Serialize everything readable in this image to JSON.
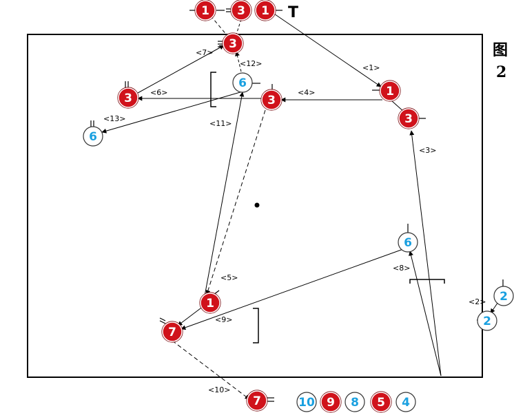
{
  "figure": {
    "char": "图",
    "number": "2"
  },
  "colors": {
    "red": "#d0121b",
    "blue": "#1aa0e0",
    "ink": "#000000"
  },
  "players": [
    {
      "id": "p1_top",
      "number": "1",
      "team": "red"
    },
    {
      "id": "p3_top",
      "number": "3",
      "team": "red"
    },
    {
      "id": "p1_top2",
      "number": "1",
      "team": "red"
    },
    {
      "id": "p3_a",
      "number": "3",
      "team": "red"
    },
    {
      "id": "p3_left",
      "number": "3",
      "team": "red"
    },
    {
      "id": "p6_blue_top",
      "number": "6",
      "team": "blue"
    },
    {
      "id": "p3_mid",
      "number": "3",
      "team": "red"
    },
    {
      "id": "p1_right",
      "number": "1",
      "team": "red"
    },
    {
      "id": "p3_right",
      "number": "3",
      "team": "red"
    },
    {
      "id": "p6_blue_left",
      "number": "6",
      "team": "blue"
    },
    {
      "id": "p6_blue_right",
      "number": "6",
      "team": "blue"
    },
    {
      "id": "p1_low",
      "number": "1",
      "team": "red"
    },
    {
      "id": "p7_low",
      "number": "7",
      "team": "red"
    },
    {
      "id": "p2_blue_a",
      "number": "2",
      "team": "blue"
    },
    {
      "id": "p2_blue_b",
      "number": "2",
      "team": "blue"
    },
    {
      "id": "p7_bottom",
      "number": "7",
      "team": "red"
    },
    {
      "id": "p10_bench",
      "number": "10",
      "team": "blue"
    },
    {
      "id": "p9_bench",
      "number": "9",
      "team": "red"
    },
    {
      "id": "p8_bench",
      "number": "8",
      "team": "blue"
    },
    {
      "id": "p5_bench",
      "number": "5",
      "team": "red"
    },
    {
      "id": "p4_bench",
      "number": "4",
      "team": "blue"
    }
  ],
  "step_labels": {
    "s1": "<1>",
    "s2": "<2>",
    "s3": "<3>",
    "s4": "<4>",
    "s5": "<5>",
    "s6": "<6>",
    "s7": "<7>",
    "s8": "<8>",
    "s9": "<9>",
    "s10": "<10>",
    "s11": "<11>",
    "s12": "<12>",
    "s13": "<13>"
  },
  "top_mark": "T"
}
